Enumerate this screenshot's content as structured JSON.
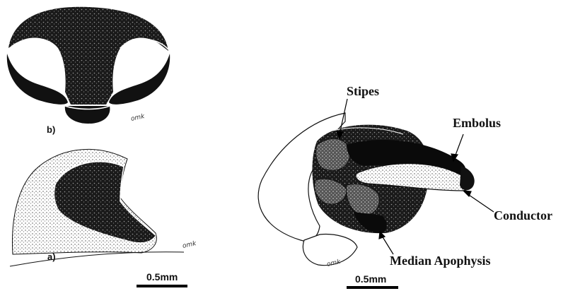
{
  "figure": {
    "panels": [
      {
        "id": "b",
        "label": "b)"
      },
      {
        "id": "a",
        "label": "a)"
      }
    ],
    "callouts": {
      "stipes": "Stipes",
      "embolus": "Embolus",
      "conductor": "Conductor",
      "median_apophysis": "Median Apophysis"
    },
    "scale_bars": {
      "left": "0.5mm",
      "right": "0.5mm"
    },
    "signature": "omk"
  }
}
